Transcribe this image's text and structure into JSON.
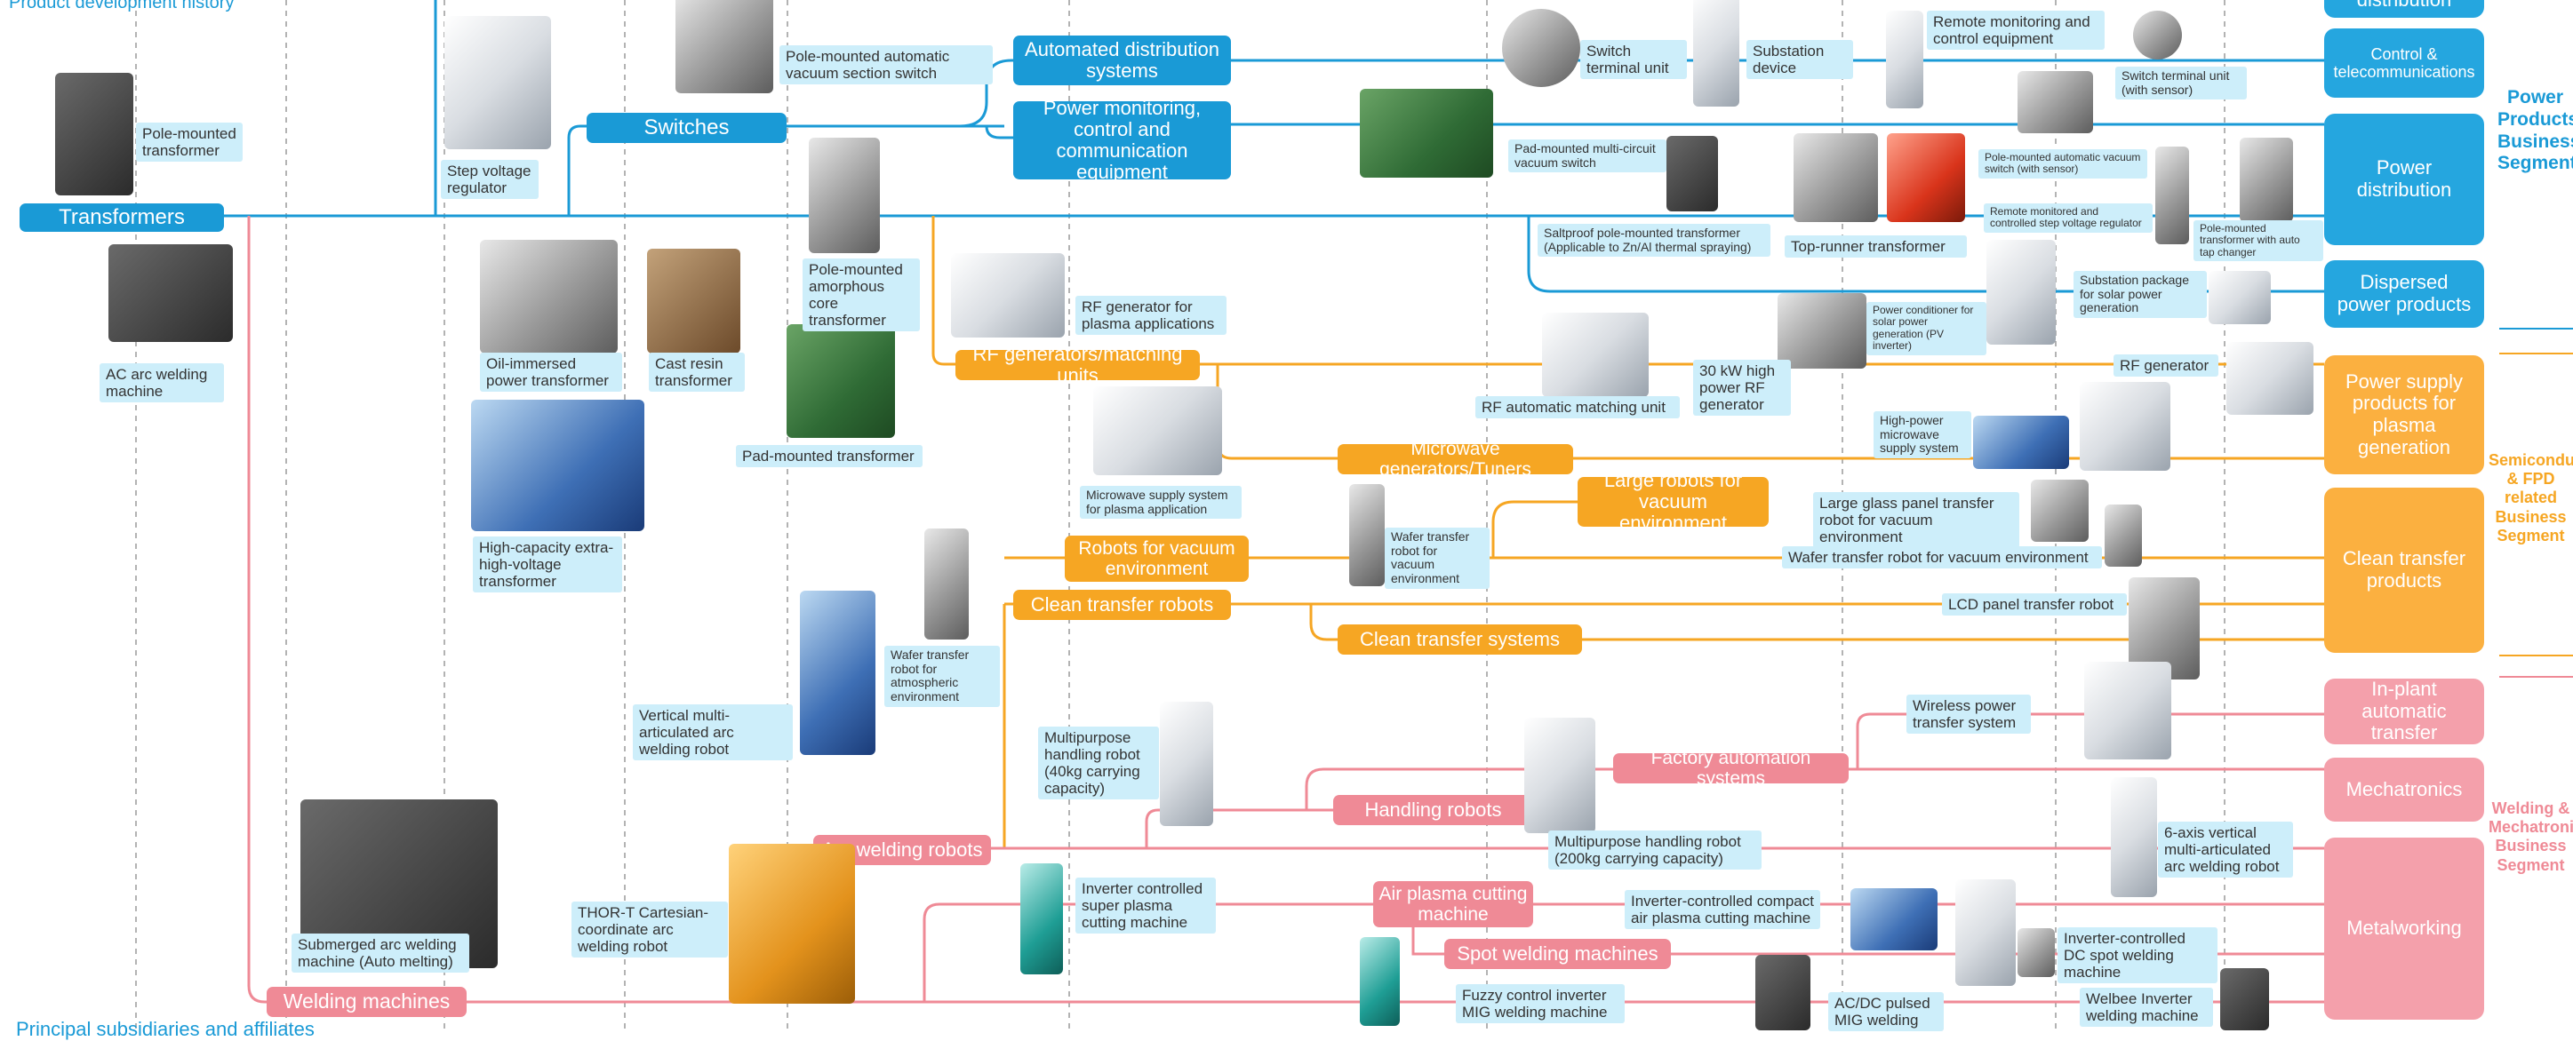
{
  "header": {
    "caption": "Product development history"
  },
  "footer": {
    "caption": "Principal subsidiaries and affiliates"
  },
  "segments": {
    "power": {
      "label": "Power Products Business Segment",
      "color": "#1a9ad6"
    },
    "semi": {
      "label": "Semiconductor & FPD related Business Segment",
      "color": "#f6a623"
    },
    "weld": {
      "label": "Welding & Mechatronics Business Segment",
      "color": "#ef8a96"
    }
  },
  "categories": {
    "distribution_top": "distribution",
    "control": "Control & telecommunications",
    "power_distribution": "Power distribution",
    "dispersed": "Dispersed power products",
    "power_supply": "Power supply products for plasma generation",
    "clean": "Clean transfer products",
    "inplant": "In-plant automatic transfer",
    "mechatronics": "Mechatronics",
    "metalworking": "Metalworking"
  },
  "nodes": {
    "transformers": "Transformers",
    "switches": "Switches",
    "automated": "Automated distribution systems",
    "power_monitoring": "Power monitoring, control and communication equipment",
    "rf_gen": "RF generators/matching units",
    "microwave": "Microwave generators/Tuners",
    "large_robots": "Large robots for vacuum environment",
    "robots_vacuum": "Robots for vacuum environment",
    "clean_robots": "Clean transfer robots",
    "clean_systems": "Clean transfer systems",
    "factory_auto": "Factory automation systems",
    "handling": "Handling robots",
    "arc_robots": "Arc welding robots",
    "air_plasma": "Air plasma cutting machine",
    "spot": "Spot welding machines",
    "welding_machines": "Welding machines"
  },
  "labels": {
    "pole_transformer": "Pole-mounted transformer",
    "ac_arc": "AC arc welding machine",
    "step_voltage": "Step voltage regulator",
    "pole_vacuum_switch": "Pole-mounted automatic vacuum section switch",
    "switch_terminal": "Switch terminal unit",
    "substation_device": "Substation device",
    "remote_monitoring": "Remote monitoring and control equipment",
    "switch_terminal_sensor": "Switch terminal unit (with sensor)",
    "pad_multi": "Pad-mounted multi-circuit vacuum switch",
    "pole_auto_sensor": "Pole-mounted automatic vacuum switch (with sensor)",
    "remote_step": "Remote monitored and controlled step voltage regulator",
    "pole_tap": "Pole-mounted transformer with auto tap changer",
    "saltproof": "Saltproof pole-mounted transformer (Applicable to Zn/Al thermal spraying)",
    "toprunner": "Top-runner transformer",
    "amorphous": "Pole-mounted amorphous core transformer",
    "oil_immersed": "Oil-immersed power transformer",
    "cast_resin": "Cast resin transformer",
    "pad_transformer": "Pad-mounted transformer",
    "high_capacity": "High-capacity extra-high-voltage transformer",
    "rf_plasma": "RF generator for plasma applications",
    "substation_package": "Substation package for solar power generation",
    "power_conditioner": "Power conditioner for solar power generation (PV inverter)",
    "rf_matching": "RF automatic matching unit",
    "rf_30kw": "30 kW high power RF generator",
    "rf_generator": "RF generator",
    "high_power_mw": "High-power microwave supply system",
    "mw_supply": "Microwave supply system for plasma application",
    "large_glass": "Large glass panel transfer robot for vacuum environment",
    "wafer_vacuum_small": "Wafer transfer robot for vacuum environment",
    "wafer_vacuum": "Wafer transfer robot for vacuum environment",
    "lcd_panel": "LCD panel transfer robot",
    "wafer_atmos": "Wafer transfer robot for atmospheric environment",
    "vertical_arc": "Vertical multi-articulated arc welding robot",
    "multipurpose_40": "Multipurpose handling robot (40kg carrying capacity)",
    "wireless": "Wireless power transfer system",
    "multipurpose_200": "Multipurpose handling robot (200kg carrying capacity)",
    "six_axis": "6-axis vertical multi-articulated arc welding robot",
    "submerged": "Submerged arc welding machine (Auto melting)",
    "thor": "THOR-T Cartesian-coordinate arc welding robot",
    "inverter_plasma": "Inverter controlled super plasma cutting machine",
    "compact_plasma": "Inverter-controlled compact air plasma cutting machine",
    "dc_spot": "Inverter-controlled DC spot welding machine",
    "fuzzy_mig": "Fuzzy control inverter MIG welding machine",
    "acdc_mig": "AC/DC pulsed MIG welding",
    "welbee": "Welbee Inverter welding machine"
  },
  "images": {
    "colors": {
      "blue_line": "#1a9ad6",
      "orange_line": "#f6a623",
      "pink_line": "#ef8a96",
      "label_bg": "#cdeefa"
    },
    "icons": [
      "transformer-photo",
      "robot-photo",
      "cabinet-photo",
      "welder-photo"
    ]
  }
}
